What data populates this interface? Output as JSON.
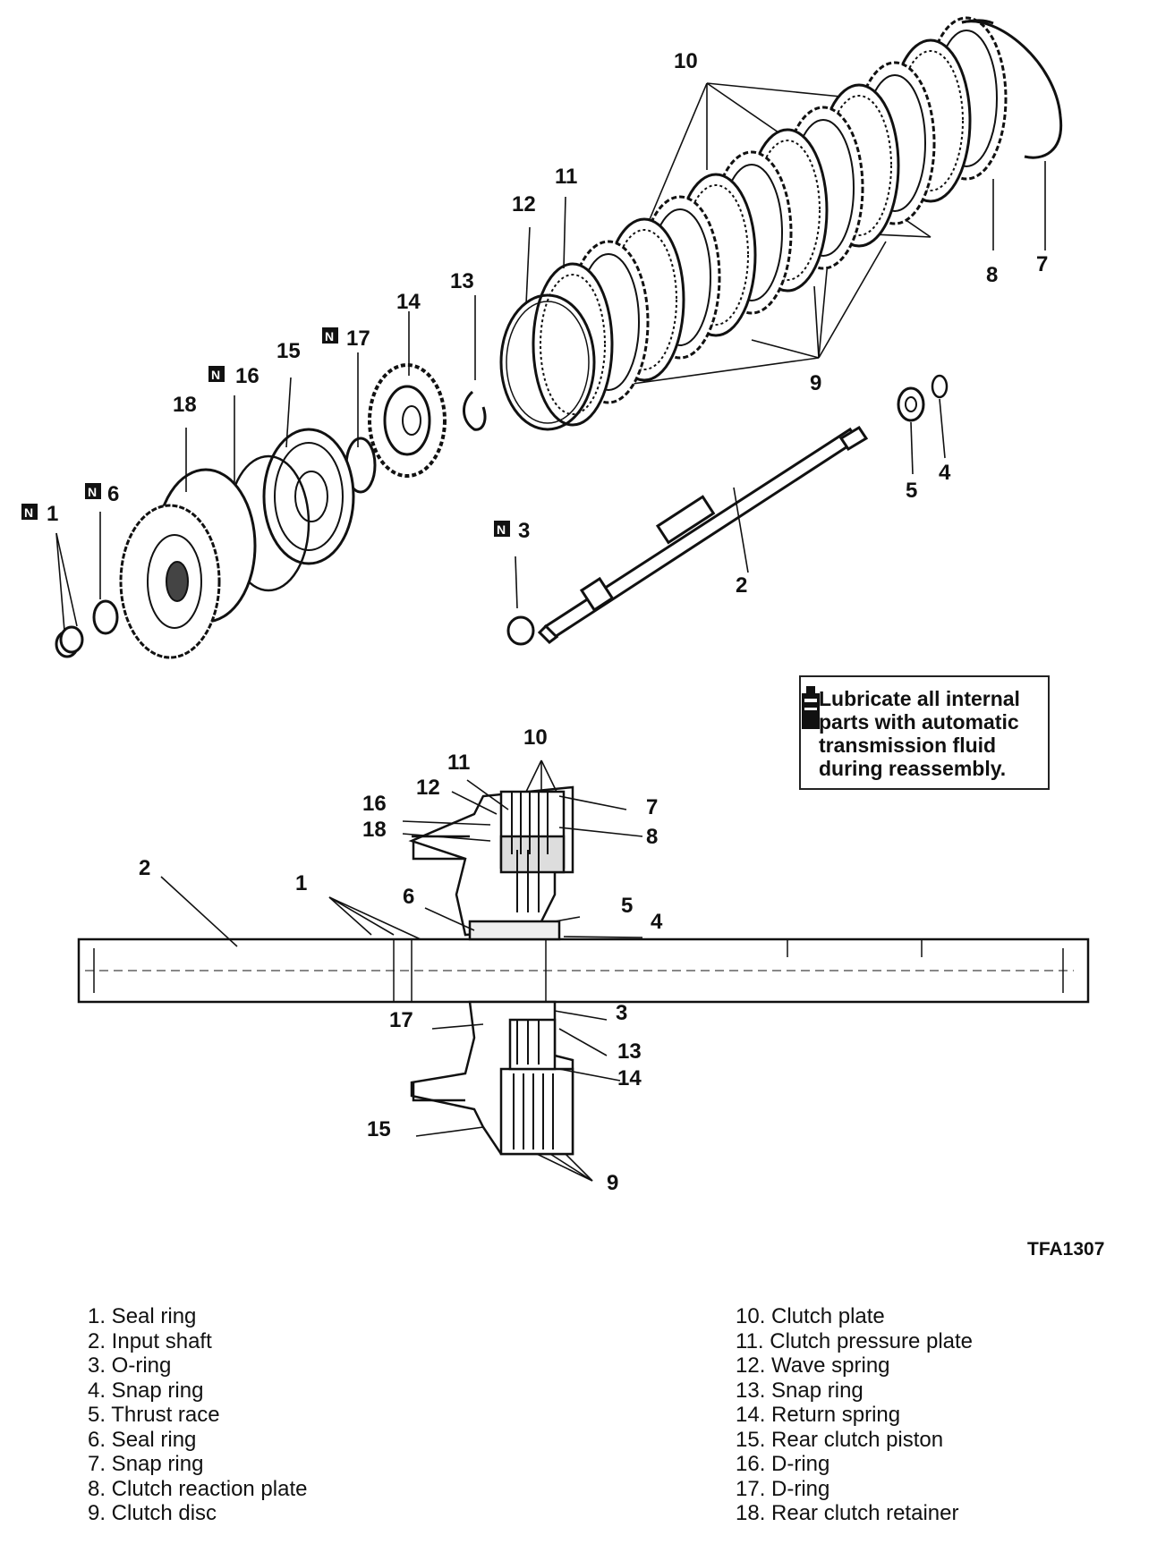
{
  "callouts": {
    "c1": "1",
    "c2": "2",
    "c3": "3",
    "c4": "4",
    "c5": "5",
    "c6": "6",
    "c7": "7",
    "c8": "8",
    "c9": "9",
    "c10": "10",
    "c11": "11",
    "c12": "12",
    "c13": "13",
    "c14": "14",
    "c15": "15",
    "c16": "16",
    "c17": "17",
    "c18": "18"
  },
  "new_part_marker": "N",
  "note": {
    "icon": "oil-can-icon",
    "lines": [
      "Lubricate all internal",
      "parts with automatic",
      "transmission fluid",
      "during reassembly."
    ]
  },
  "figure_id": "TFA1307",
  "legend": {
    "left": [
      "1. Seal ring",
      "2. Input shaft",
      "3. O-ring",
      "4. Snap ring",
      "5. Thrust race",
      "6. Seal ring",
      "7. Snap ring",
      "8. Clutch reaction plate",
      "9. Clutch disc"
    ],
    "right": [
      "10. Clutch plate",
      "11. Clutch pressure plate",
      "12. Wave spring",
      "13. Snap ring",
      "14. Return spring",
      "15. Rear clutch piston",
      "16. D-ring",
      "17. D-ring",
      "18. Rear clutch retainer"
    ]
  }
}
